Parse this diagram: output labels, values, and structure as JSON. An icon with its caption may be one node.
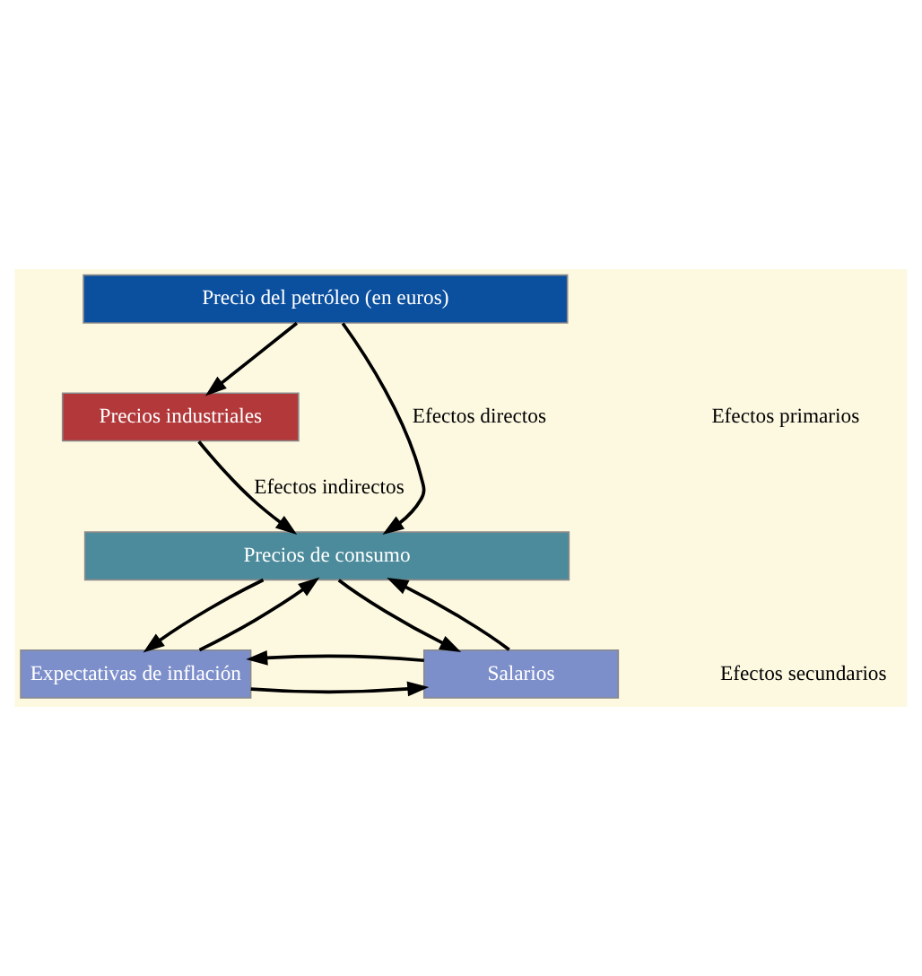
{
  "diagram": {
    "nodes": [
      {
        "text": [
          "Precio del petróleo (en euros)"
        ]
      },
      {
        "text": [
          "Precios industriales"
        ]
      },
      {
        "text": [
          "Precios de consumo"
        ]
      },
      {
        "text": [
          "Expectativas de inflación"
        ]
      },
      {
        "text": [
          "Salarios"
        ]
      }
    ],
    "edges": [
      {
        "from": 0,
        "to": 2,
        "arrow": "to",
        "label": "Efectos directos"
      },
      {
        "from": 0,
        "to": 1,
        "arrow": "to"
      },
      {
        "from": 1,
        "to": 2,
        "arrow": "to",
        "label": "Efectos indirectos"
      },
      {
        "from": 2,
        "to": 3,
        "arrow": "to"
      },
      {
        "from": 3,
        "to": 2,
        "arrow": "to"
      },
      {
        "from": 4,
        "to": 2,
        "arrow": "to"
      },
      {
        "from": 2,
        "to": 4,
        "arrow": "to"
      },
      {
        "from": 3,
        "to": 4,
        "arrow": "to"
      },
      {
        "from": 4,
        "to": 3,
        "arrow": "to"
      }
    ],
    "labels": [
      "Efectos primarios",
      "Efectos secundarios"
    ]
  }
}
